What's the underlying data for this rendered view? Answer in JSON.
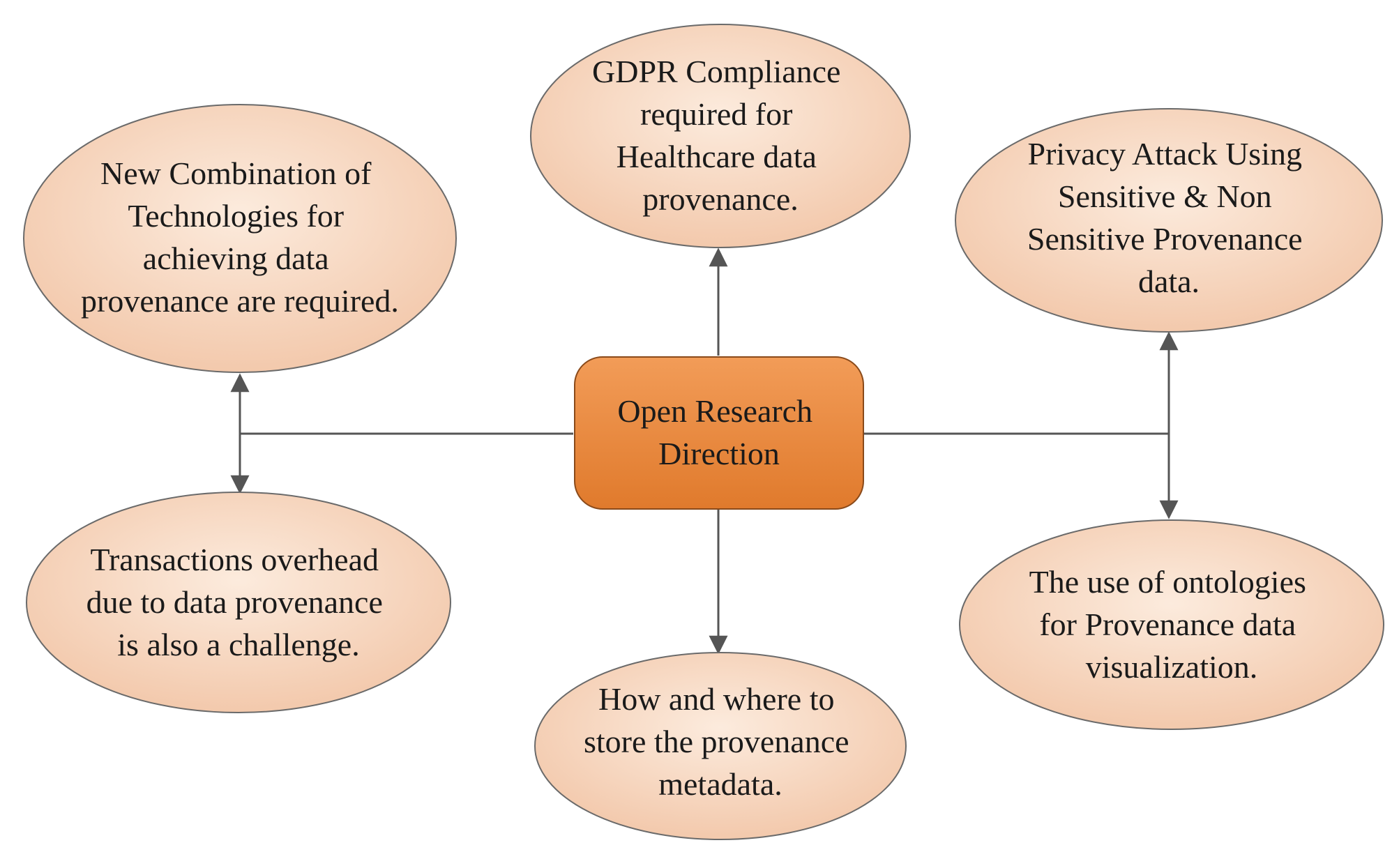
{
  "center": {
    "lines": [
      "Open Research",
      "Direction"
    ]
  },
  "nodes": [
    {
      "id": "top-left",
      "lines": [
        "New Combination of",
        "Technologies for",
        "achieving data",
        "provenance are required."
      ]
    },
    {
      "id": "top-center",
      "lines": [
        "GDPR Compliance",
        "required for",
        "Healthcare data",
        "provenance."
      ]
    },
    {
      "id": "top-right",
      "lines": [
        "Privacy Attack Using",
        "Sensitive & Non",
        "Sensitive Provenance",
        "data."
      ]
    },
    {
      "id": "bottom-left",
      "lines": [
        "Transactions overhead",
        "due to data provenance",
        "is also a challenge."
      ]
    },
    {
      "id": "bottom-center",
      "lines": [
        "How and where to",
        "store the provenance",
        "metadata."
      ]
    },
    {
      "id": "bottom-right",
      "lines": [
        "The use of ontologies",
        "for Provenance data",
        "visualization."
      ]
    }
  ],
  "colors": {
    "ellipse_fill_top": "#fbe6d6",
    "ellipse_fill_bottom": "#f3cbb0",
    "center_fill_top": "#f19a55",
    "center_fill_bottom": "#e07a2c",
    "connector": "#555555"
  }
}
